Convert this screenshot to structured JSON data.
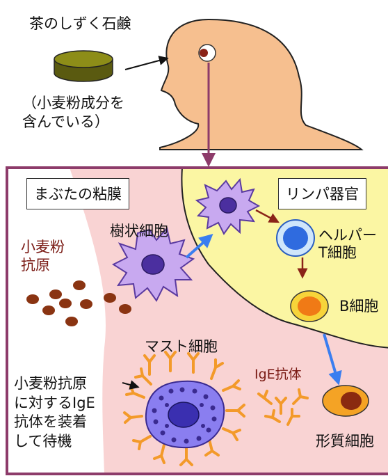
{
  "top": {
    "soap_label": "茶のしずく石鹸",
    "soap_note": "（小麦粉成分を\n含んでいる）"
  },
  "panel": {
    "mucosa_label": "まぶたの粘膜",
    "lymph_label": "リンパ器官",
    "antigen_label": "小麦粉\n抗原",
    "dendritic_label": "樹状細胞",
    "helper_label": "ヘルパー\nT細胞",
    "bcell_label": "B細胞",
    "mast_label": "マスト細胞",
    "mast_note": "小麦粉抗原\nに対するIgE\n抗体を装着\nして待機",
    "ige_label": "IgE抗体",
    "plasma_label": "形質細胞"
  },
  "colors": {
    "skin": "#f6bf8f",
    "mucosa": "#f9d3d3",
    "lymph": "#fbf6a3",
    "panel_border": "#8d3b6a",
    "dendritic": "#c8a9f0",
    "antigen": "#8a3412",
    "arrow_blue": "#3a7ef0",
    "arrow_red": "#8a2318",
    "ige": "#f39a2a"
  }
}
